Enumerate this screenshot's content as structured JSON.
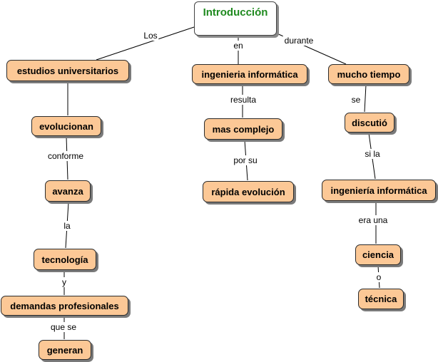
{
  "root": "Introducción",
  "nodes": {
    "estudios": "estudios universitarios",
    "evolucionan": "evolucionan",
    "avanza": "avanza",
    "tecnologia": "tecnología",
    "demandas": "demandas profesionales",
    "generan": "generan",
    "ing1": "ingenieria informática",
    "complejo": "mas complejo",
    "rapida": "rápida evolución",
    "mucho": "mucho tiempo",
    "discutio": "discutió",
    "ing2": "ingeniería informática",
    "ciencia": "ciencia",
    "tecnica": "técnica"
  },
  "links": {
    "los": "Los",
    "en": "en",
    "durante": "durante",
    "conforme": "conforme",
    "la": "la",
    "y": "y",
    "que_se": "que se",
    "resulta": "resulta",
    "por_su": "por su",
    "se": "se",
    "si_la": "si  la",
    "era_una": "era una",
    "o": "o"
  }
}
